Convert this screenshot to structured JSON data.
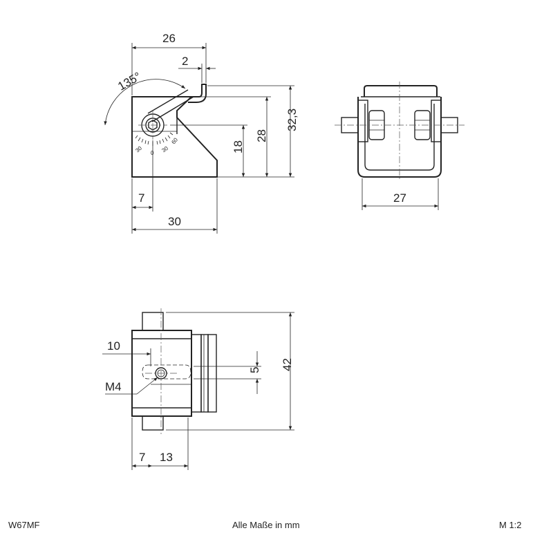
{
  "footer": {
    "part_number": "W67MF",
    "units_note": "Alle Maße in mm",
    "scale": "M 1:2"
  },
  "side_view": {
    "angle": "135°",
    "dim_top_width": "26",
    "dim_lip": "2",
    "dim_height_total": "32,3",
    "dim_height_28": "28",
    "dim_height_18": "18",
    "dim_offset": "7",
    "dim_base": "30",
    "scale_labels": [
      "30",
      "0",
      "30",
      "60"
    ]
  },
  "front_view": {
    "dim_width": "27"
  },
  "top_view": {
    "dim_10": "10",
    "dim_thread": "M4",
    "dim_slot": "5",
    "dim_length": "42",
    "dim_7": "7",
    "dim_13": "13"
  }
}
